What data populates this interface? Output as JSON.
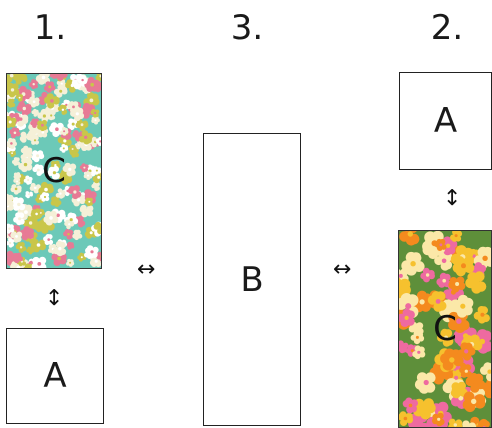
{
  "column_numbers": {
    "left": "1.",
    "middle": "3.",
    "right": "2."
  },
  "blocks": {
    "left_pattern_label": "C",
    "left_plain_label": "A",
    "middle_label": "B",
    "right_plain_label": "A",
    "right_pattern_label": "C"
  },
  "arrows": {
    "horizontal": "↔",
    "vertical": "↕"
  },
  "patterns": {
    "left": {
      "name": "teal floral print",
      "background": "#6cc9b8",
      "colors": [
        "#f5f0d8",
        "#e77a95",
        "#c9c64a",
        "#ffffff"
      ]
    },
    "right": {
      "name": "orange and pink daisy print",
      "background": "#5e8f3a",
      "colors": [
        "#f48a1e",
        "#f6c12e",
        "#ee6aa0",
        "#fbe8a8"
      ]
    }
  }
}
